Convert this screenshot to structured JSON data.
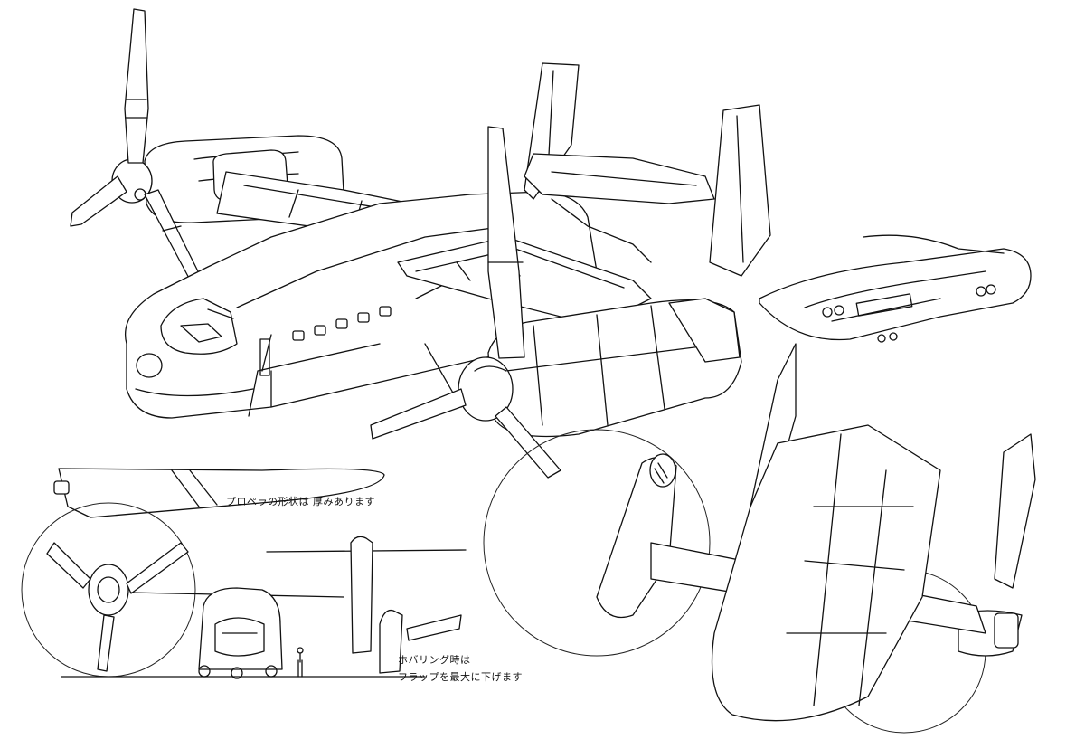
{
  "sheet": {
    "notes": {
      "propeller_note": "プロペラの形状は 厚みあります",
      "hovering_note_line1": "ホバリング時は",
      "hovering_note_line2": "フラップを最大に下げます"
    }
  }
}
